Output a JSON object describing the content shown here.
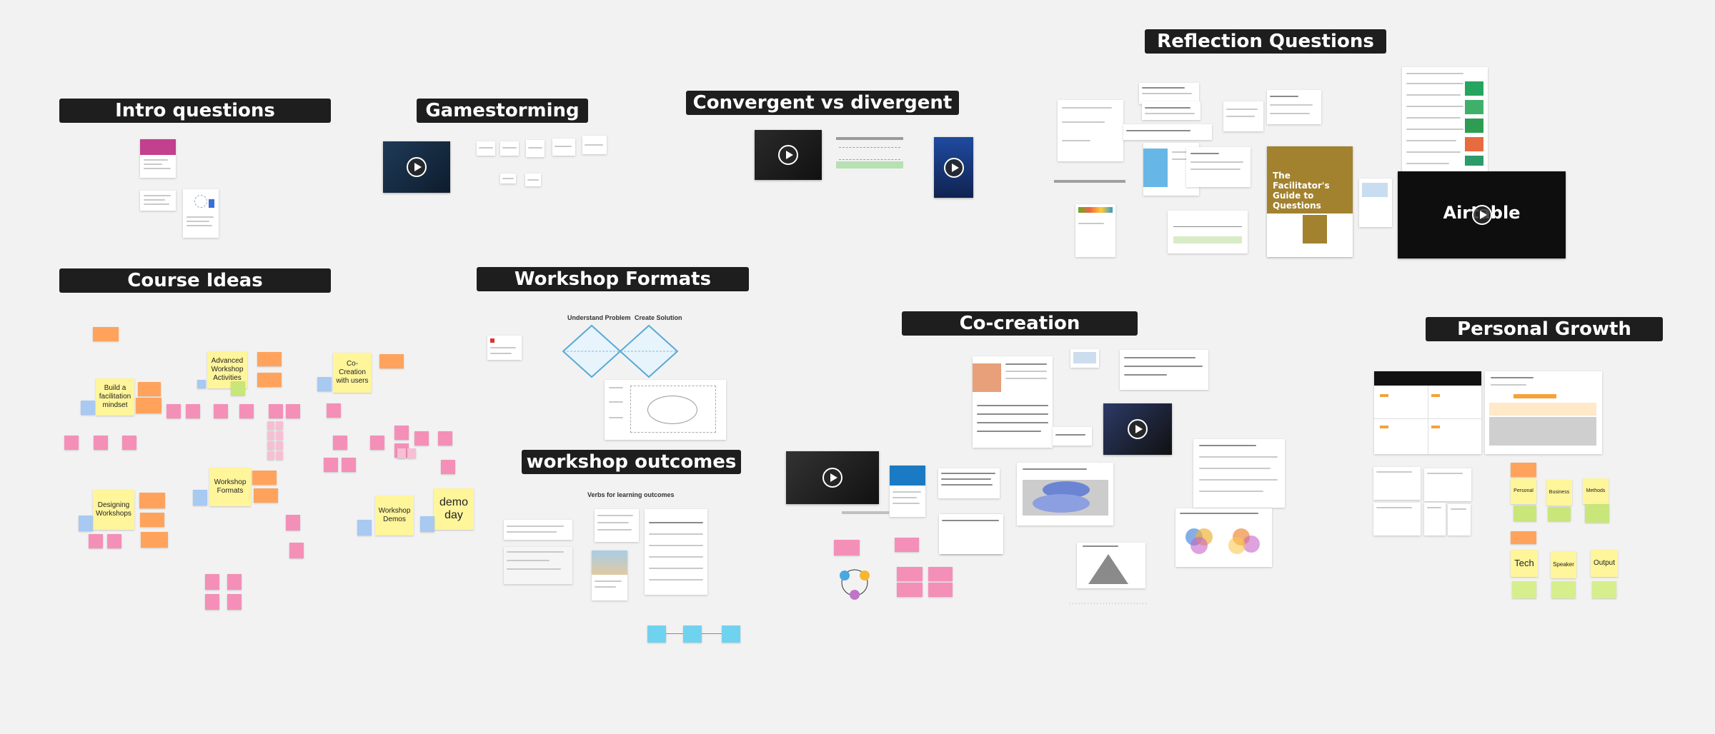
{
  "board": {
    "titles": {
      "intro": "Intro questions",
      "gamestorming": "Gamestorming",
      "convergent": "Convergent vs divergent",
      "reflection": "Reflection Questions",
      "course_ideas": "Course Ideas",
      "workshop_formats": "Workshop Formats",
      "co_creation": "Co-creation",
      "personal_growth": "Personal Growth",
      "workshop_outcomes": "workshop outcomes"
    },
    "course_stickies": {
      "build": "Build a facilitation mindset",
      "advanced": "Advanced Workshop Activities",
      "cocreation": "Co-Creation with users",
      "formats": "Workshop Formats",
      "designing": "Designing Workshops",
      "demos": "Workshop Demos",
      "demo_day": "demo day"
    },
    "formats_diagram": {
      "left": "Understand Problem",
      "right": "Create Solution"
    },
    "outcomes_heading": "Verbs for learning outcomes",
    "book": {
      "title": "The Facilitator's Guide to Questions"
    },
    "airtable_label": "Airtable",
    "growth_stickies": {
      "tech": "Tech",
      "speaker": "Speaker",
      "output": "Output",
      "business": "Business",
      "personal": "Personal",
      "methods": "Methods"
    }
  }
}
